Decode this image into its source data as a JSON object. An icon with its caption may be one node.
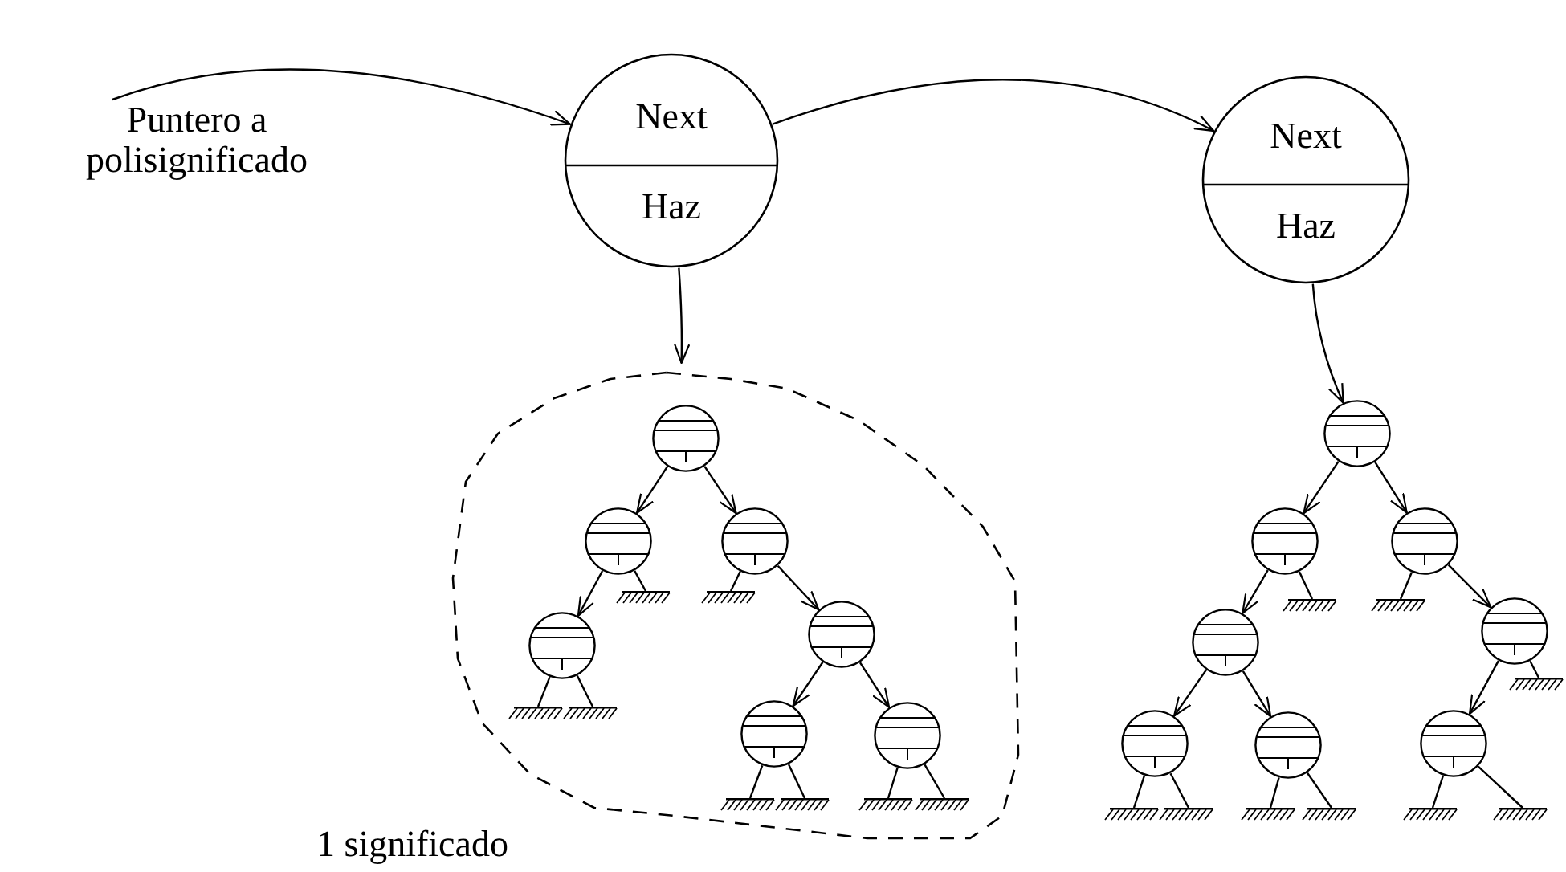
{
  "diagram": {
    "nodes": [
      {
        "text": [
          "Puntero a polisignificado"
        ]
      },
      {
        "text": [
          "Next",
          "Haz"
        ]
      },
      {
        "text": [
          "Next",
          "Haz"
        ]
      },
      {
        "text": [
          "1 significado"
        ]
      },
      {
        "text": [],
        "shape": "circle",
        "in": 3
      },
      {
        "text": [],
        "shape": "circle",
        "in": 3
      },
      {
        "text": [],
        "shape": "circle",
        "in": 3
      },
      {
        "text": [],
        "shape": "circle",
        "in": 3
      },
      {
        "text": [],
        "shape": "circle",
        "in": 3
      },
      {
        "text": [],
        "shape": "circle",
        "in": 3
      },
      {
        "text": [],
        "shape": "circle",
        "in": 3
      },
      {
        "text": [],
        "shape": "ground",
        "in": 3
      },
      {
        "text": [],
        "shape": "ground",
        "in": 3
      },
      {
        "text": [],
        "shape": "ground",
        "in": 3
      },
      {
        "text": [],
        "shape": "ground",
        "in": 3
      },
      {
        "text": [],
        "shape": "ground",
        "in": 3
      },
      {
        "text": [],
        "shape": "ground",
        "in": 3
      },
      {
        "text": [],
        "shape": "ground",
        "in": 3
      },
      {
        "text": [],
        "shape": "ground",
        "in": 3
      },
      {
        "text": [],
        "shape": "circle"
      },
      {
        "text": [],
        "shape": "circle"
      },
      {
        "text": [],
        "shape": "circle"
      },
      {
        "text": [],
        "shape": "circle"
      },
      {
        "text": [],
        "shape": "circle"
      },
      {
        "text": [],
        "shape": "circle"
      },
      {
        "text": [],
        "shape": "circle"
      },
      {
        "text": [],
        "shape": "circle"
      },
      {
        "text": [],
        "shape": "ground"
      },
      {
        "text": [],
        "shape": "ground"
      },
      {
        "text": [],
        "shape": "ground"
      },
      {
        "text": [],
        "shape": "ground"
      },
      {
        "text": [],
        "shape": "ground"
      },
      {
        "text": [],
        "shape": "ground"
      },
      {
        "text": [],
        "shape": "ground"
      },
      {
        "text": [],
        "shape": "ground"
      },
      {
        "text": [],
        "shape": "ground"
      }
    ],
    "edges": [
      {
        "from": 0,
        "to": 1,
        "arrow": "to"
      },
      {
        "from": 1,
        "to": 2,
        "arrow": "to"
      },
      {
        "from": 1,
        "to": 3,
        "arrow": "to"
      },
      {
        "from": 4,
        "to": 5,
        "arrow": "to"
      },
      {
        "from": 4,
        "to": 6,
        "arrow": "to"
      },
      {
        "from": 5,
        "to": 7,
        "arrow": "to"
      },
      {
        "from": 5,
        "to": 11,
        "arrow": "none"
      },
      {
        "from": 6,
        "to": 12,
        "arrow": "none"
      },
      {
        "from": 6,
        "to": 8,
        "arrow": "to"
      },
      {
        "from": 7,
        "to": 13,
        "arrow": "none"
      },
      {
        "from": 7,
        "to": 14,
        "arrow": "none"
      },
      {
        "from": 8,
        "to": 9,
        "arrow": "to"
      },
      {
        "from": 8,
        "to": 10,
        "arrow": "to"
      },
      {
        "from": 9,
        "to": 15,
        "arrow": "none"
      },
      {
        "from": 9,
        "to": 16,
        "arrow": "none"
      },
      {
        "from": 10,
        "to": 17,
        "arrow": "none"
      },
      {
        "from": 10,
        "to": 18,
        "arrow": "none"
      },
      {
        "from": 2,
        "to": 19,
        "arrow": "to"
      },
      {
        "from": 19,
        "to": 20,
        "arrow": "to"
      },
      {
        "from": 19,
        "to": 21,
        "arrow": "to"
      },
      {
        "from": 20,
        "to": 22,
        "arrow": "to"
      },
      {
        "from": 20,
        "to": 27,
        "arrow": "none"
      },
      {
        "from": 21,
        "to": 28,
        "arrow": "none"
      },
      {
        "from": 21,
        "to": 23,
        "arrow": "to"
      },
      {
        "from": 22,
        "to": 24,
        "arrow": "to"
      },
      {
        "from": 22,
        "to": 25,
        "arrow": "to"
      },
      {
        "from": 23,
        "to": 26,
        "arrow": "to"
      },
      {
        "from": 23,
        "to": 29,
        "arrow": "none"
      },
      {
        "from": 24,
        "to": 30,
        "arrow": "none"
      },
      {
        "from": 24,
        "to": 31,
        "arrow": "none"
      },
      {
        "from": 25,
        "to": 32,
        "arrow": "none"
      },
      {
        "from": 25,
        "to": 33,
        "arrow": "none"
      },
      {
        "from": 26,
        "to": 34,
        "arrow": "none"
      },
      {
        "from": 26,
        "to": 35,
        "arrow": "none"
      }
    ]
  }
}
